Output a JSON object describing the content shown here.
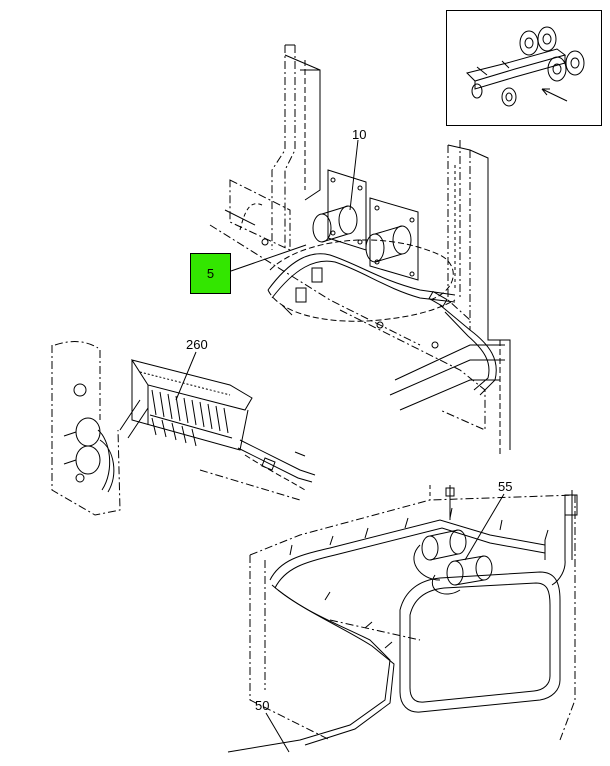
{
  "highlight_color": "#33e600",
  "line_color": "#000000",
  "callouts": {
    "c10": "10",
    "c5": "5",
    "c260": "260",
    "c55": "55",
    "c50": "50"
  }
}
